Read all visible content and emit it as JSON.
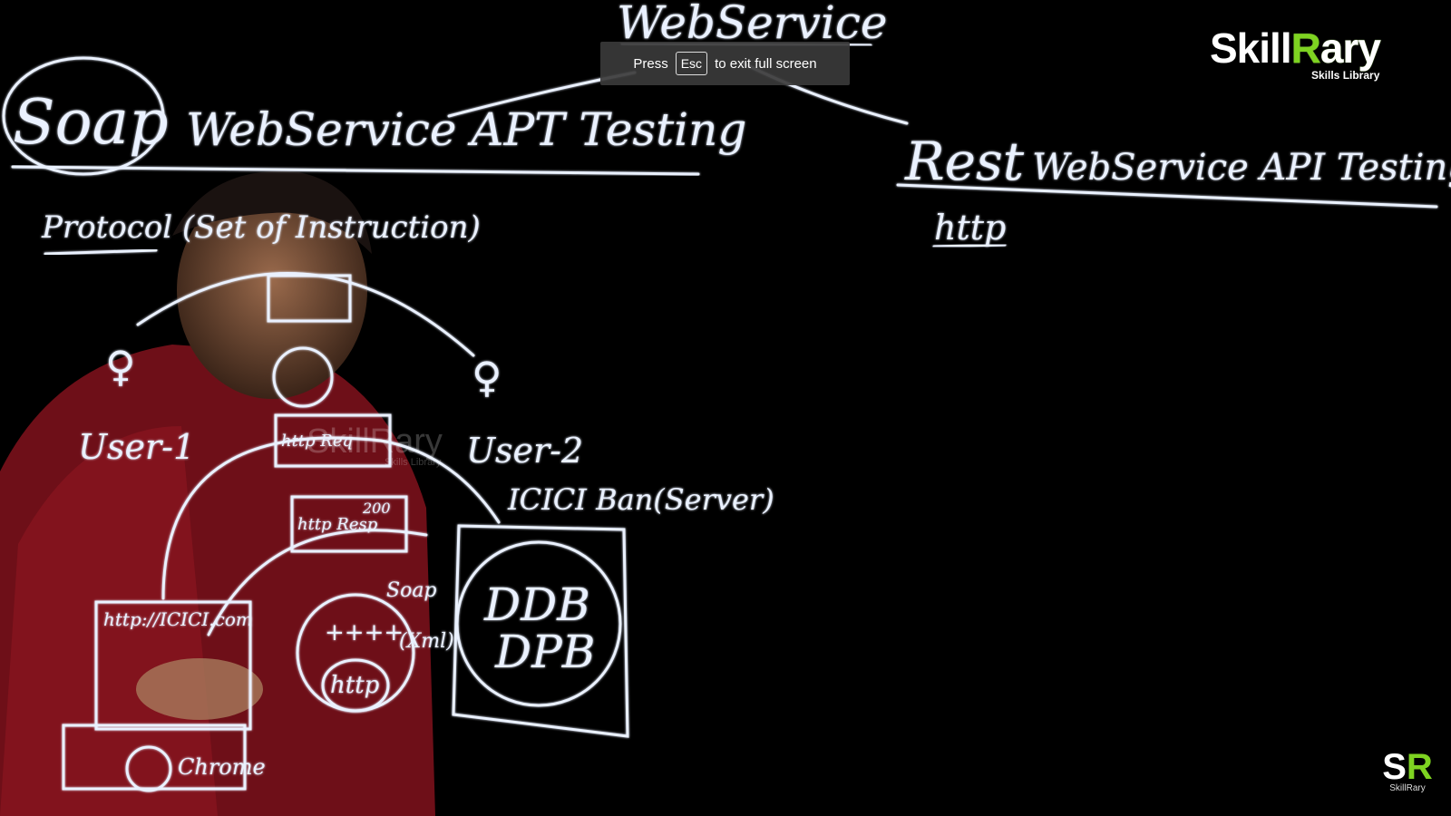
{
  "fullscreen_notice": {
    "press": "Press",
    "key": "Esc",
    "rest": "to exit full screen"
  },
  "logo": {
    "skill": "Skill",
    "rary_r": "R",
    "rary_rest": "ary",
    "subtitle": "Skills Library"
  },
  "corner_logo": {
    "s": "S",
    "r": "R",
    "sub": "SkillRary"
  },
  "watermark": {
    "text": "SkillRary",
    "sub": "Skills Library"
  },
  "board": {
    "title": "WebService",
    "soap": "Soap",
    "soap_rest": "WebService APT Testing",
    "protocol": "Protocol (Set of Instruction)",
    "rest": "Rest",
    "rest_rest": "WebService API Testing",
    "http": "http",
    "user1": "User-1",
    "user2": "User-2",
    "server": "ICICI Ban(Server)",
    "http_req": "http Req",
    "http_resp": "http Resp",
    "code_200": "200",
    "url": "http://ICICI.com",
    "soap_small": "Soap",
    "xml": "(Xml)",
    "http_circle": "http",
    "chrome": "Chrome",
    "db_row1": "DDB",
    "db_row2": "DPB"
  },
  "colors": {
    "background": "#000000",
    "chalk": "#eaf1ff",
    "accent": "#7ed321",
    "banner": "#3a3a3a",
    "shirt": "#7a1018"
  }
}
